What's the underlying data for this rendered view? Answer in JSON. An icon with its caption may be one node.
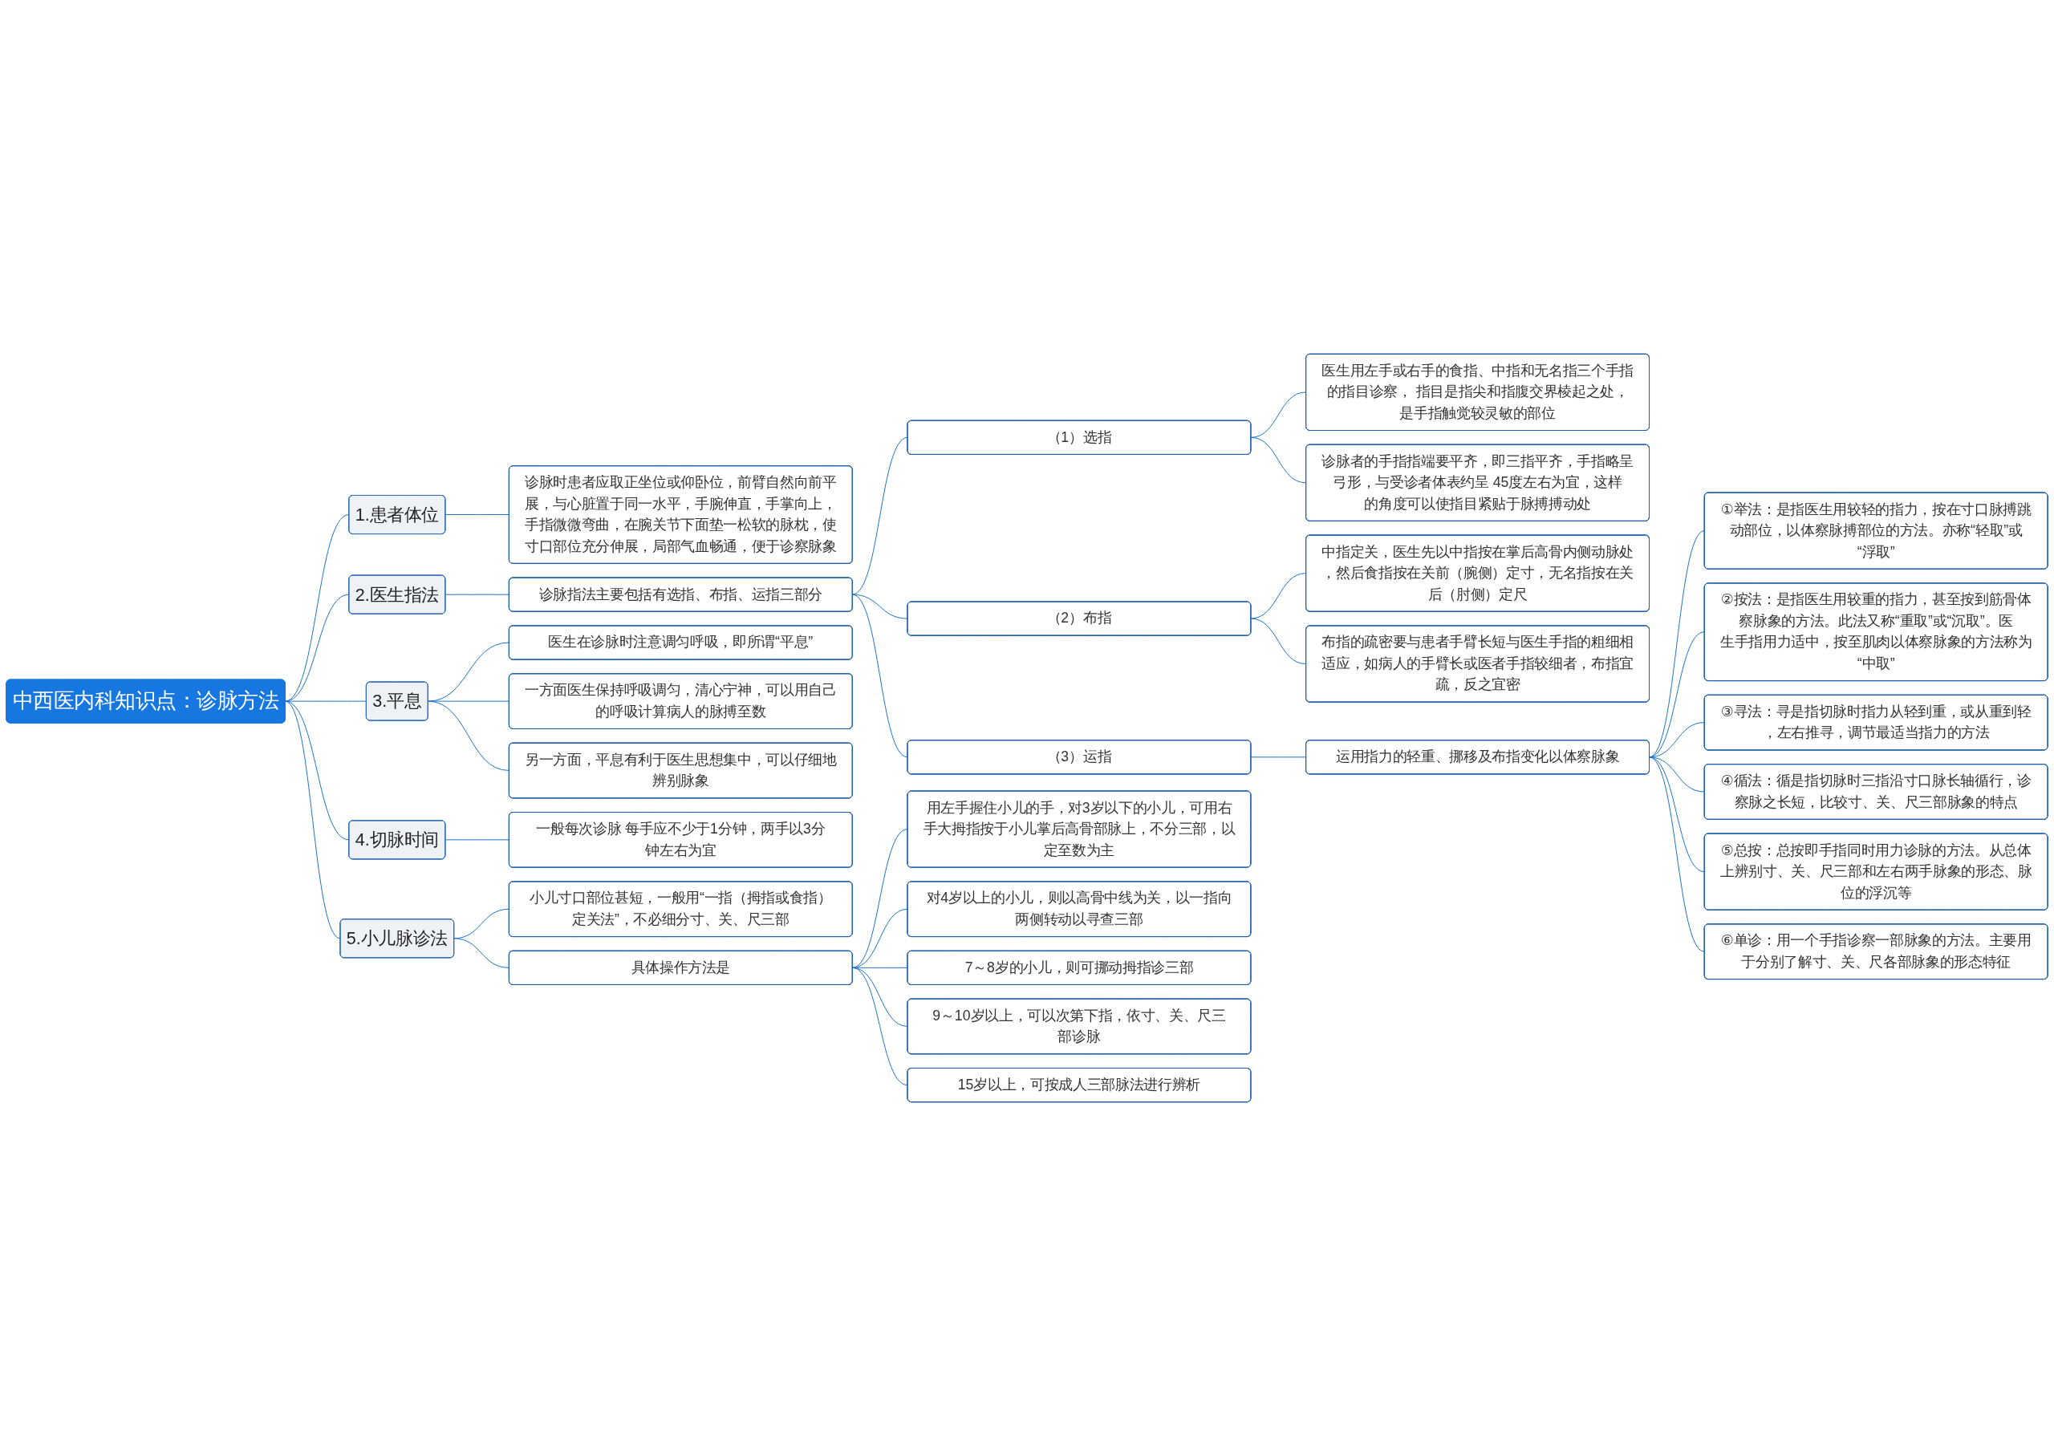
{
  "diagram": {
    "nodes": [
      {
        "text": [
          "中西医内科知识点：诊脉方法"
        ]
      },
      {
        "text": [
          "1.患者体位"
        ]
      },
      {
        "text": [
          "诊脉时患者应取正坐位或仰卧位，前臂自然向前平展，与心脏置于同一水平，手腕伸直，手掌向上，手指微微弯曲，在腕关节下面垫一松软的脉枕，使寸口部位充分伸展，局部气血畅通，便于诊察脉象"
        ]
      },
      {
        "text": [
          "2.医生指法"
        ]
      },
      {
        "text": [
          "诊脉指法主要包括有选指、布指、运指三部分"
        ]
      },
      {
        "text": [
          "（1）选指"
        ]
      },
      {
        "text": [
          "医生用左手或右手的食指、中指和无名指三个手指的指目诊察， 指目是指尖和指腹交界棱起之处，是手指触觉较灵敏的部位"
        ]
      },
      {
        "text": [
          "诊脉者的手指指端要平齐，即三指平齐，手指略呈弓形，与受诊者体表约呈 45度左右为宜，这样的角度可以使指目紧贴于脉搏搏动处"
        ]
      },
      {
        "text": [
          "（2）布指"
        ]
      },
      {
        "text": [
          "中指定关，医生先以中指按在掌后高骨内侧动脉处，然后食指按在关前（腕侧）定寸，无名指按在关后（肘侧）定尺"
        ]
      },
      {
        "text": [
          "布指的疏密要与患者手臂长短与医生手指的粗细相适应，如病人的手臂长或医者手指较细者，布指宜疏，反之宜密"
        ]
      },
      {
        "text": [
          "（3）运指"
        ]
      },
      {
        "text": [
          "运用指力的轻重、挪移及布指变化以体察脉象"
        ]
      },
      {
        "text": [
          "①举法：是指医生用较轻的指力，按在寸口脉搏跳动部位，以体察脉搏部位的方法。亦称“轻取”或“浮取”"
        ]
      },
      {
        "text": [
          "②按法：是指医生用较重的指力，甚至按到筋骨体察脉象的方法。此法又称“重取”或“沉取”。医生手指用力适中，按至肌肉以体察脉象的方法称为“中取”"
        ]
      },
      {
        "text": [
          "③寻法：寻是指切脉时指力从轻到重，或从重到轻，左右推寻，调节最适当指力的方法"
        ]
      },
      {
        "text": [
          "④循法：循是指切脉时三指沿寸口脉长轴循行，诊察脉之长短，比较寸、关、尺三部脉象的特点"
        ]
      },
      {
        "text": [
          "⑤总按：总按即手指同时用力诊脉的方法。从总体上辨别寸、关、尺三部和左右两手脉象的形态、脉位的浮沉等"
        ]
      },
      {
        "text": [
          "⑥单诊：用一个手指诊察一部脉象的方法。主要用于分别了解寸、关、尺各部脉象的形态特征"
        ]
      },
      {
        "text": [
          "3.平息"
        ]
      },
      {
        "text": [
          "医生在诊脉时注意调匀呼吸，即所谓“平息”"
        ]
      },
      {
        "text": [
          "一方面医生保持呼吸调匀，清心宁神，可以用自己的呼吸计算病人的脉搏至数"
        ]
      },
      {
        "text": [
          "另一方面，平息有利于医生思想集中，可以仔细地辨别脉象"
        ]
      },
      {
        "text": [
          "4.切脉时间"
        ]
      },
      {
        "text": [
          "一般每次诊脉 每手应不少于1分钟，两手以3分钟左右为宜"
        ]
      },
      {
        "text": [
          "5.小儿脉诊法"
        ]
      },
      {
        "text": [
          "小儿寸口部位甚短，一般用“一指（拇指或食指）定关法”，不必细分寸、关、尺三部"
        ]
      },
      {
        "text": [
          "具体操作方法是"
        ]
      },
      {
        "text": [
          "用左手握住小儿的手，对3岁以下的小儿，可用右手大拇指按于小儿掌后高骨部脉上，不分三部，以定至数为主"
        ]
      },
      {
        "text": [
          "对4岁以上的小儿，则以高骨中线为关，以一指向两侧转动以寻查三部"
        ]
      },
      {
        "text": [
          "7～8岁的小儿，则可挪动拇指诊三部"
        ]
      },
      {
        "text": [
          "9～10岁以上，可以次第下指，依寸、关、尺三部诊脉"
        ]
      },
      {
        "text": [
          "15岁以上，可按成人三部脉法进行辨析"
        ]
      }
    ],
    "edges": [
      {
        "from": 0,
        "to": 1,
        "arrow": "none"
      },
      {
        "from": 1,
        "to": 2,
        "arrow": "none"
      },
      {
        "from": 0,
        "to": 3,
        "arrow": "none"
      },
      {
        "from": 3,
        "to": 4,
        "arrow": "none"
      },
      {
        "from": 4,
        "to": 5,
        "arrow": "none"
      },
      {
        "from": 5,
        "to": 6,
        "arrow": "none"
      },
      {
        "from": 5,
        "to": 7,
        "arrow": "none"
      },
      {
        "from": 4,
        "to": 8,
        "arrow": "none"
      },
      {
        "from": 8,
        "to": 9,
        "arrow": "none"
      },
      {
        "from": 8,
        "to": 10,
        "arrow": "none"
      },
      {
        "from": 4,
        "to": 11,
        "arrow": "none"
      },
      {
        "from": 11,
        "to": 12,
        "arrow": "none"
      },
      {
        "from": 12,
        "to": 13,
        "arrow": "none"
      },
      {
        "from": 12,
        "to": 14,
        "arrow": "none"
      },
      {
        "from": 12,
        "to": 15,
        "arrow": "none"
      },
      {
        "from": 12,
        "to": 16,
        "arrow": "none"
      },
      {
        "from": 12,
        "to": 17,
        "arrow": "none"
      },
      {
        "from": 12,
        "to": 18,
        "arrow": "none"
      },
      {
        "from": 0,
        "to": 19,
        "arrow": "none"
      },
      {
        "from": 19,
        "to": 20,
        "arrow": "none"
      },
      {
        "from": 19,
        "to": 21,
        "arrow": "none"
      },
      {
        "from": 19,
        "to": 22,
        "arrow": "none"
      },
      {
        "from": 0,
        "to": 23,
        "arrow": "none"
      },
      {
        "from": 23,
        "to": 24,
        "arrow": "none"
      },
      {
        "from": 0,
        "to": 25,
        "arrow": "none"
      },
      {
        "from": 25,
        "to": 26,
        "arrow": "none"
      },
      {
        "from": 25,
        "to": 27,
        "arrow": "none"
      },
      {
        "from": 27,
        "to": 28,
        "arrow": "none"
      },
      {
        "from": 27,
        "to": 29,
        "arrow": "none"
      },
      {
        "from": 27,
        "to": 30,
        "arrow": "none"
      },
      {
        "from": 27,
        "to": 31,
        "arrow": "none"
      },
      {
        "from": 27,
        "to": 32,
        "arrow": "none"
      }
    ]
  }
}
